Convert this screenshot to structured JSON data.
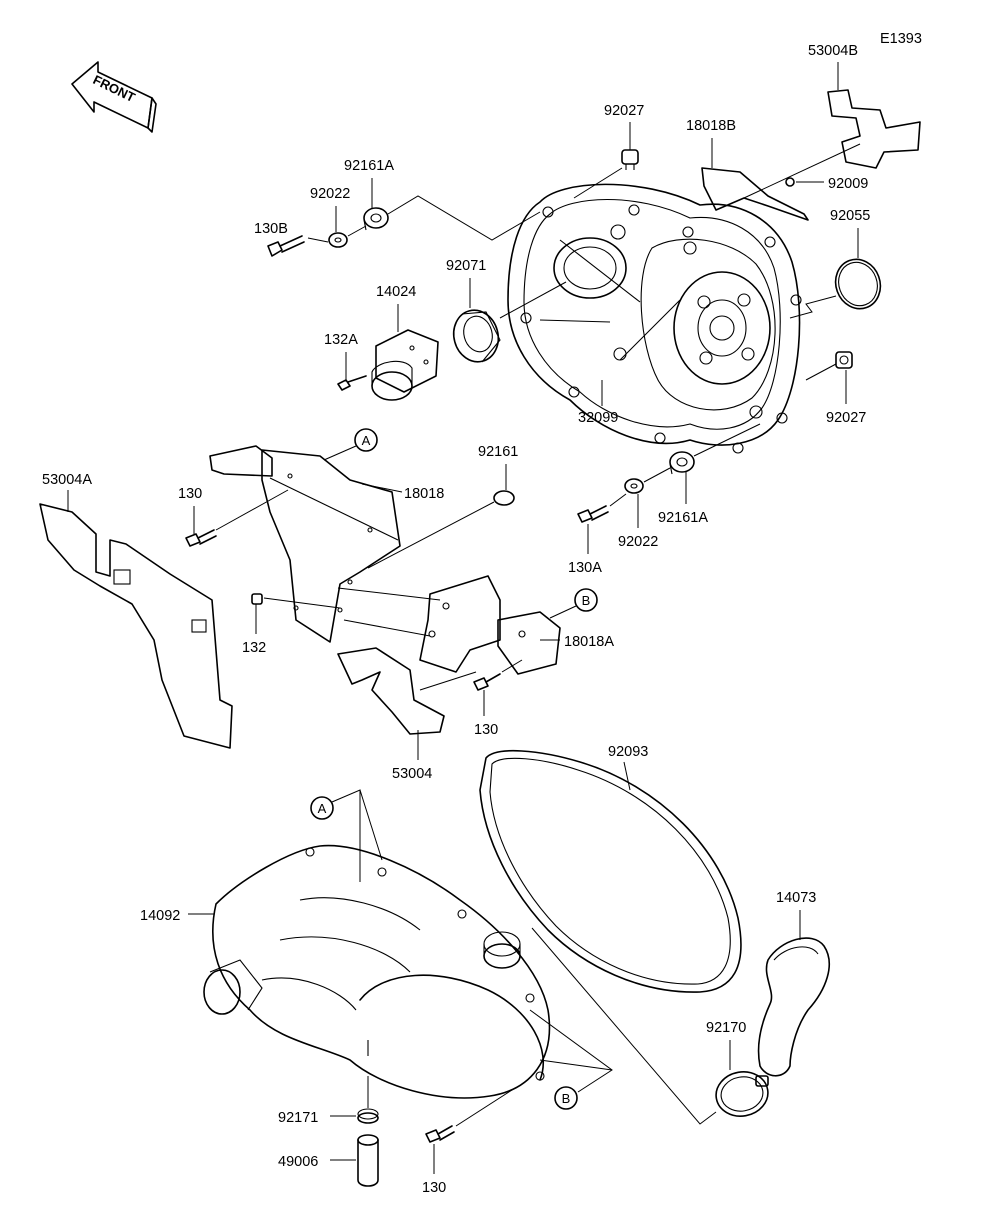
{
  "diagram_code": "E1393",
  "front_label": "FRONT",
  "part_numbers": {
    "p53004B": "53004B",
    "p92027_top": "92027",
    "p18018B": "18018B",
    "p92009": "92009",
    "p92055": "92055",
    "p92161A_top": "92161A",
    "p92022_top": "92022",
    "p130B": "130B",
    "p92071": "92071",
    "p14024": "14024",
    "p132A": "132A",
    "p32099": "32099",
    "p92027_right": "92027",
    "p53004A": "53004A",
    "p130_left": "130",
    "p18018": "18018",
    "p92161": "92161",
    "p130A": "130A",
    "p92022_mid": "92022",
    "p92161A_mid": "92161A",
    "p132": "132",
    "p18018A": "18018A",
    "p130_mid": "130",
    "p53004": "53004",
    "p92093": "92093",
    "p14092": "14092",
    "p14073": "14073",
    "p92170": "92170",
    "p92171": "92171",
    "p49006": "49006",
    "p130_bottom": "130"
  },
  "callouts": {
    "A_top": "A",
    "B_top": "B",
    "A_bottom": "A",
    "B_bottom": "B"
  }
}
